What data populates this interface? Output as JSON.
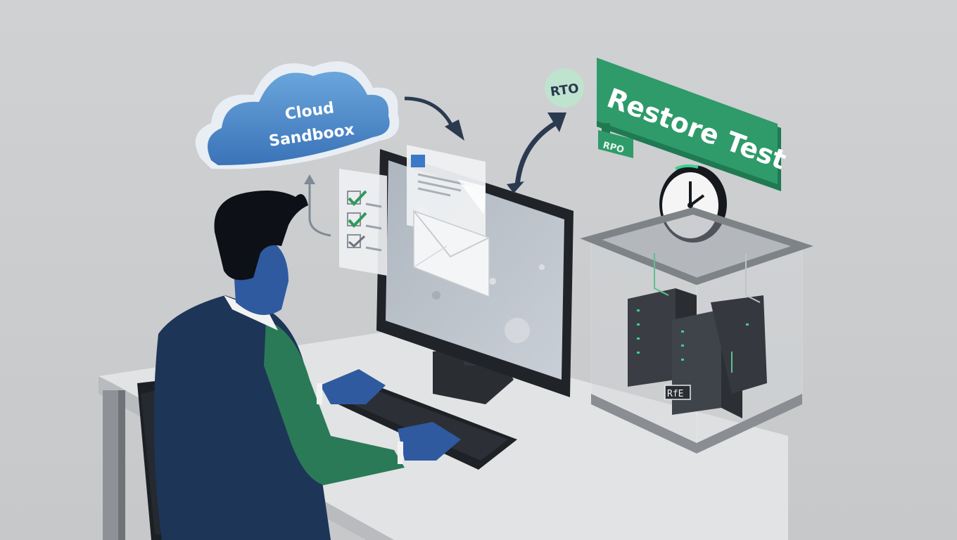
{
  "scene": {
    "description": "Illustration of a person at a desk running a backup restore test in a cloud sandbox",
    "colors": {
      "background": "#c9cbcd",
      "cloud_blue": "#4a86c8",
      "restore_green": "#2f9a6a",
      "rto_badge": "#bfe3cf",
      "navy": "#1d3557",
      "skin_blue": "#2f5aa0",
      "sleeve_green": "#2a7a57",
      "hair": "#0d1117",
      "arrow_navy": "#2b3a4f"
    }
  },
  "cloud": {
    "line1": "Cloud",
    "line2": "Sandboox"
  },
  "badges": {
    "rto": "RTO",
    "rpo": "RPO",
    "restore_test": "Restore Test",
    "server_tag": "RfE"
  },
  "checklist": {
    "items": [
      {
        "state": "checked-green"
      },
      {
        "state": "checked-green"
      },
      {
        "state": "checked-gray"
      }
    ]
  },
  "icons": [
    "cloud-icon",
    "checklist-icon",
    "document-icon",
    "envelope-icon",
    "clock-icon",
    "server-rack-icon",
    "cycle-arrows-icon"
  ]
}
